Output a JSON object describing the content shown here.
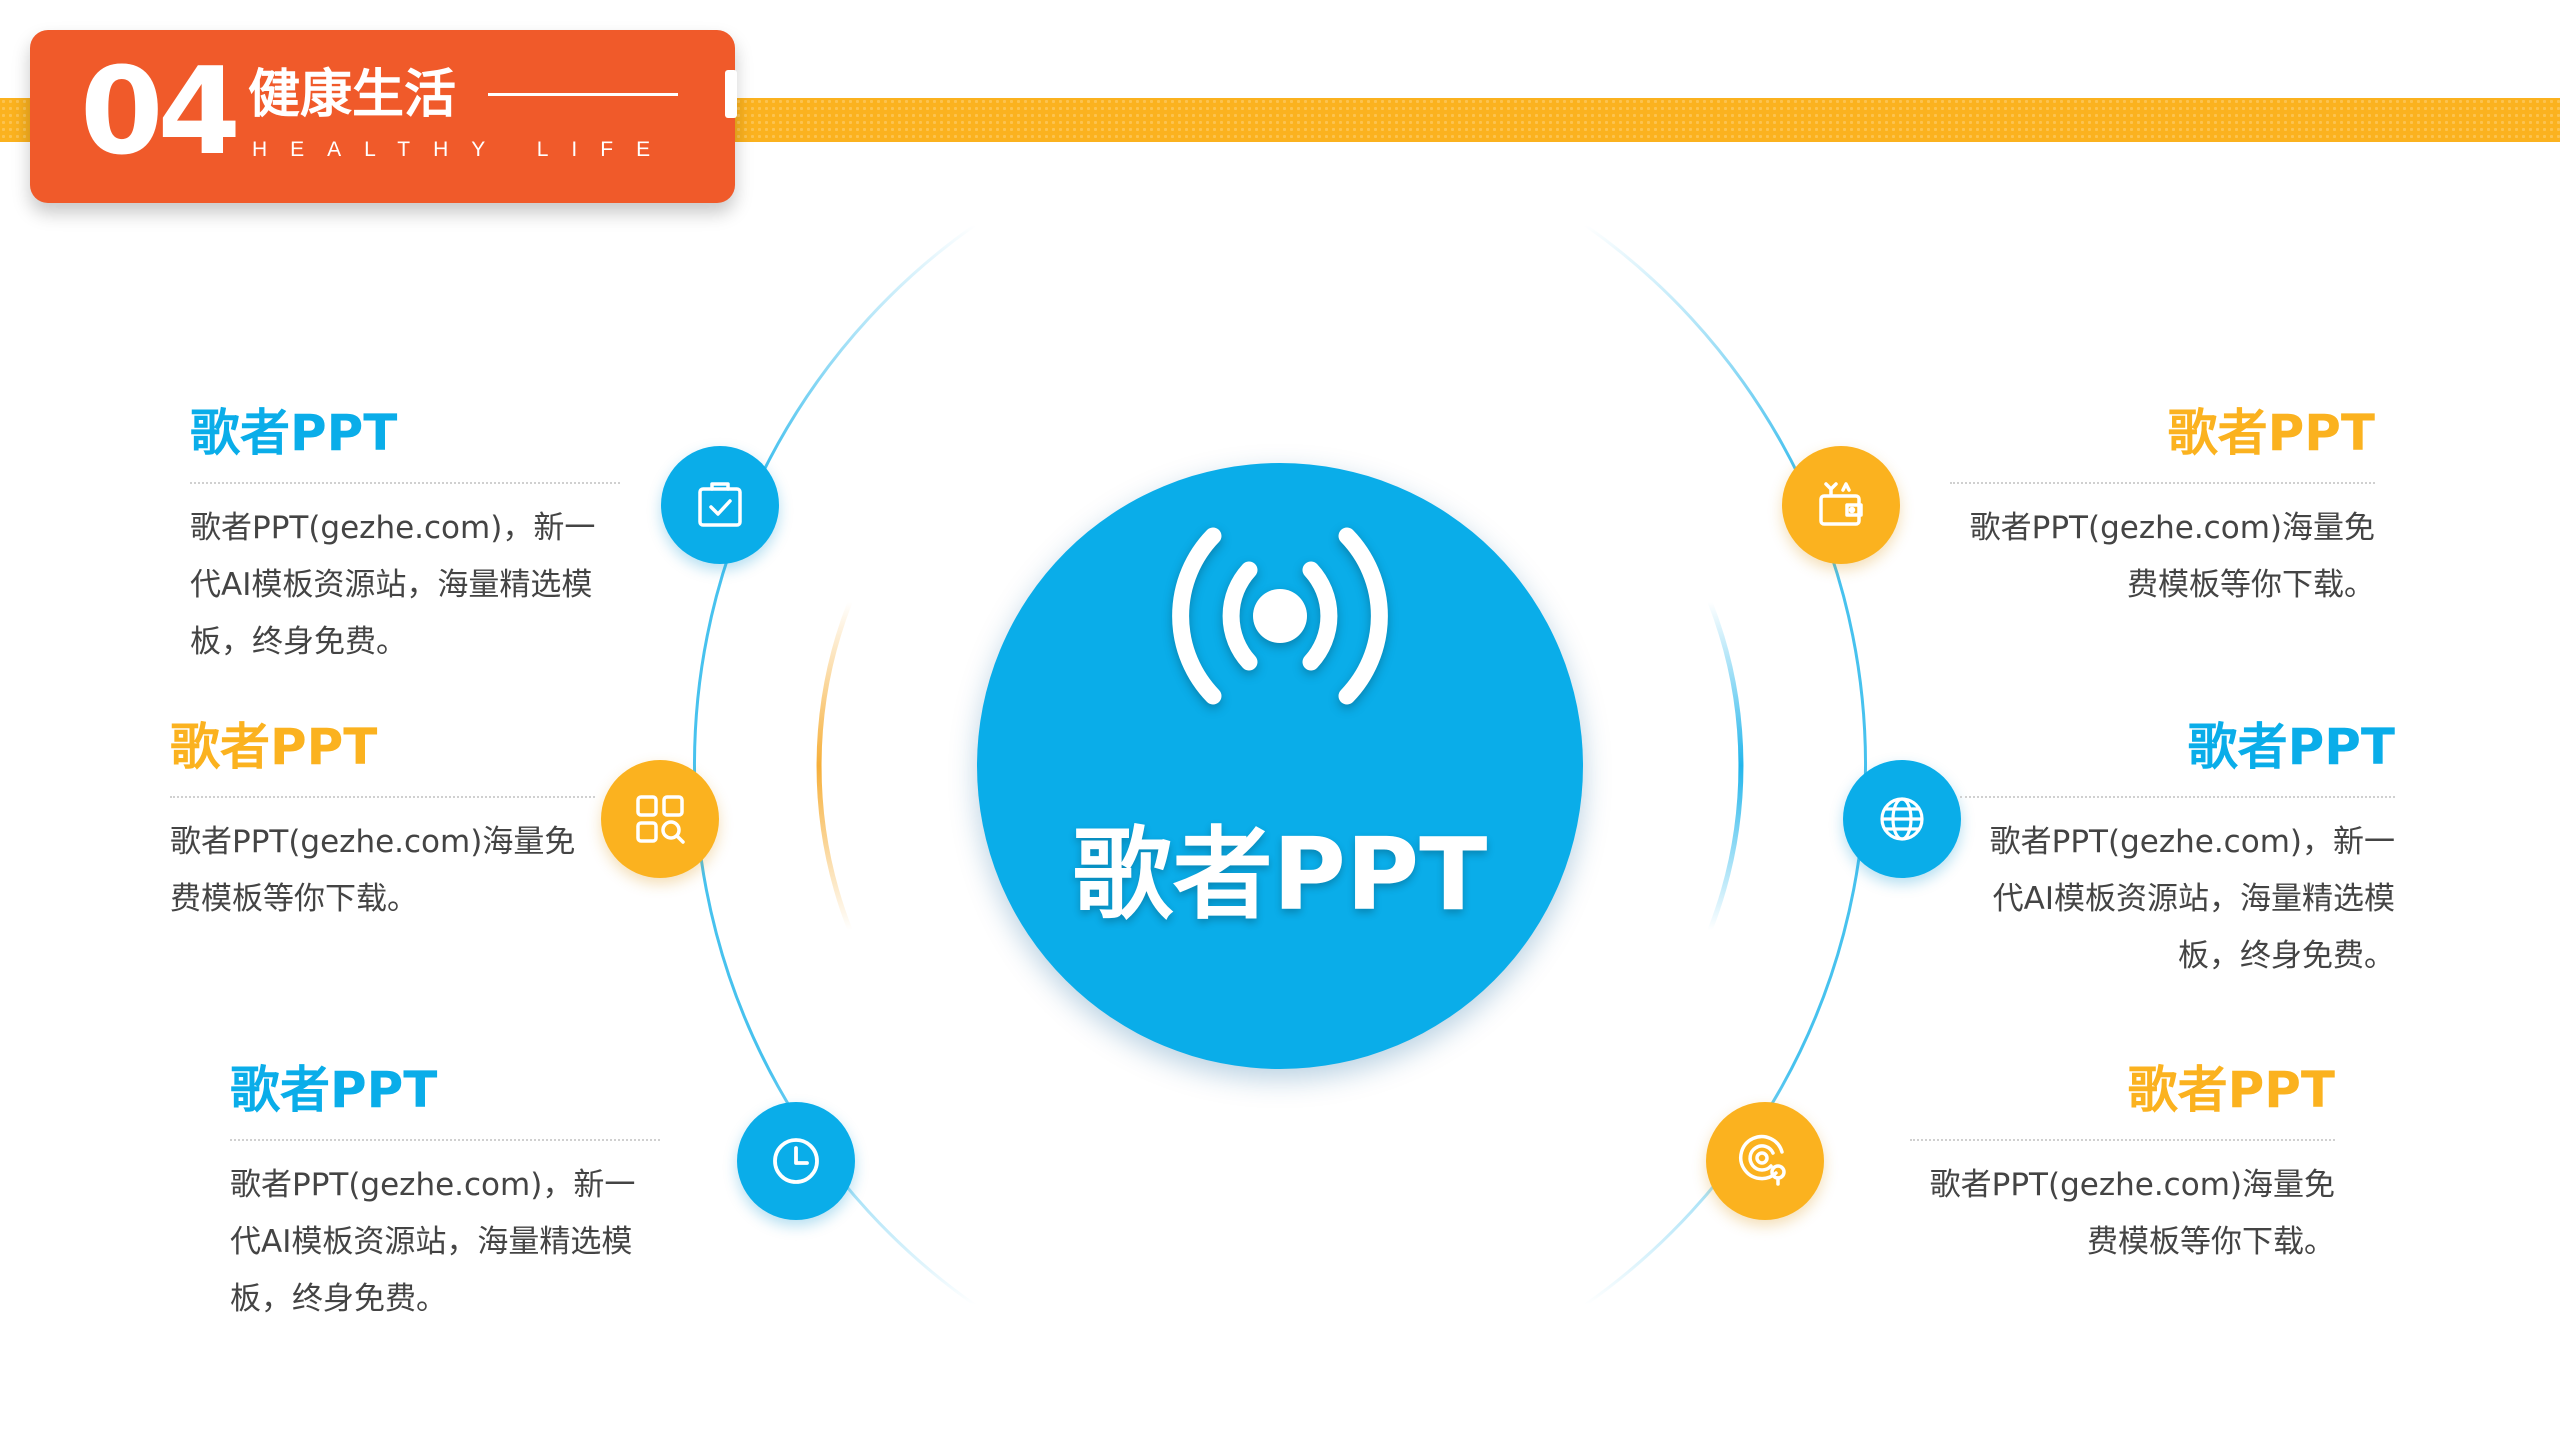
{
  "header": {
    "number": "04",
    "title": "健康生活",
    "subtitle": "HEALTHY LIFE"
  },
  "center": {
    "label": "歌者PPT",
    "icon": "broadcast-signal-icon"
  },
  "items": [
    {
      "title": "歌者PPT",
      "desc": "歌者PPT(gezhe.com)，新一代AI模板资源站，海量精选模板，终身免费。",
      "icon": "clipboard-check-icon"
    },
    {
      "title": "歌者PPT",
      "desc": "歌者PPT(gezhe.com)海量免费模板等你下载。",
      "icon": "grid-search-icon"
    },
    {
      "title": "歌者PPT",
      "desc": "歌者PPT(gezhe.com)，新一代AI模板资源站，海量精选模板，终身免费。",
      "icon": "clock-icon"
    },
    {
      "title": "歌者PPT",
      "desc": "歌者PPT(gezhe.com)海量免费模板等你下载。",
      "icon": "wallet-icon"
    },
    {
      "title": "歌者PPT",
      "desc": "歌者PPT(gezhe.com)，新一代AI模板资源站，海量精选模板，终身免费。",
      "icon": "globe-icon"
    },
    {
      "title": "歌者PPT",
      "desc": "歌者PPT(gezhe.com)海量免费模板等你下载。",
      "icon": "target-pin-icon"
    }
  ],
  "colors": {
    "accent_blue": "#0aade9",
    "accent_orange": "#fbb21f",
    "header_red": "#f05a2a"
  }
}
